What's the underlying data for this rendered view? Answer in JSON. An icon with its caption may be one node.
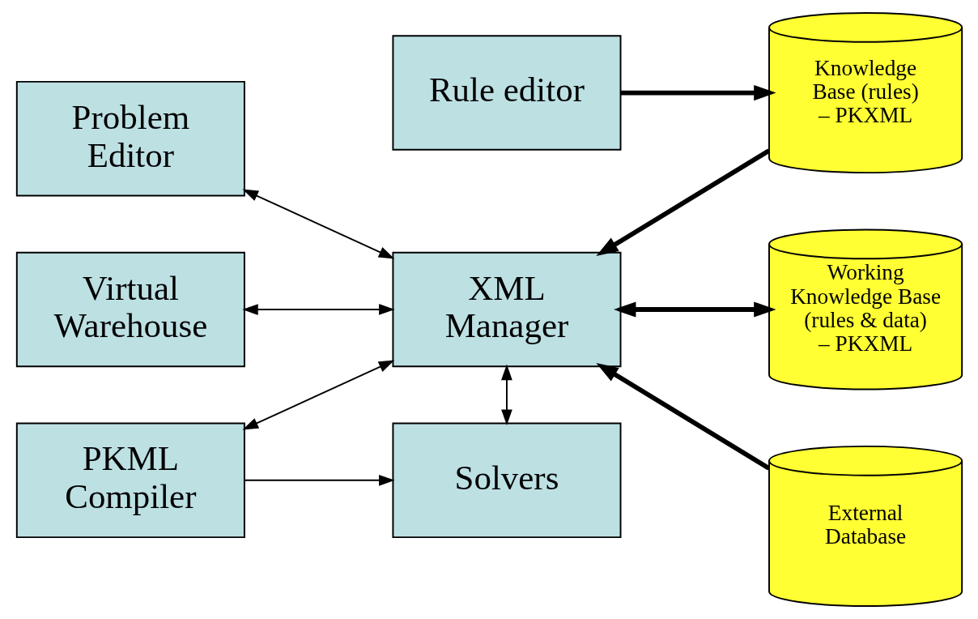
{
  "diagram": {
    "nodes": [
      {
        "text": [
          "Rule editor"
        ]
      },
      {
        "text": [
          "Knowledge Base (rules) – PKXML"
        ]
      },
      {
        "text": [
          "Problem Editor"
        ]
      },
      {
        "text": [
          "XML Manager"
        ]
      },
      {
        "text": [
          "External Database"
        ]
      },
      {
        "text": [
          "Virtual Warehouse"
        ]
      },
      {
        "text": [
          "Working Knowledge Base (rules & data) – PKXML"
        ]
      },
      {
        "text": [
          "PKML Compiler"
        ]
      },
      {
        "text": [
          "Solvers"
        ]
      }
    ],
    "edges": [
      {
        "from": 0,
        "to": 1,
        "arrow": "to",
        "style": "thick"
      },
      {
        "from": 1,
        "to": 3,
        "arrow": "to",
        "style": "thick"
      },
      {
        "from": 2,
        "to": 3,
        "arrow": "both"
      },
      {
        "from": 4,
        "to": 3,
        "arrow": "to",
        "style": "thick"
      },
      {
        "from": 5,
        "to": 3,
        "arrow": "both"
      },
      {
        "from": 3,
        "to": 6,
        "arrow": "both",
        "style": "thick"
      },
      {
        "from": 3,
        "to": 7,
        "arrow": "both"
      },
      {
        "from": 3,
        "to": 8,
        "arrow": "both"
      },
      {
        "from": 7,
        "to": 8,
        "arrow": "to"
      }
    ]
  }
}
